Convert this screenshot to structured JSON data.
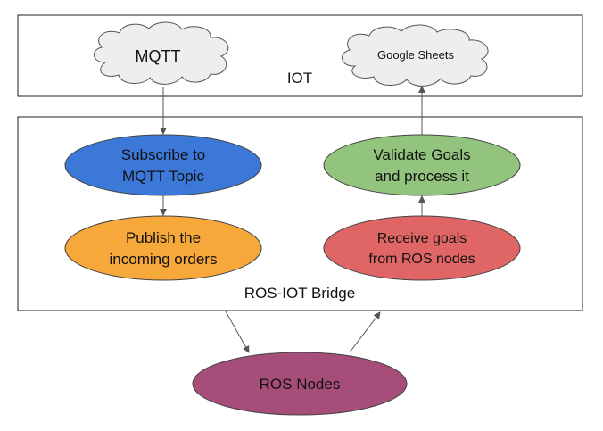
{
  "containers": {
    "iot": {
      "label": "IOT"
    },
    "bridge": {
      "label": "ROS-IOT Bridge"
    }
  },
  "clouds": {
    "mqtt": {
      "label": "MQTT",
      "fill": "#eeeeee"
    },
    "sheets": {
      "label": "Google Sheets",
      "fill": "#eeeeee"
    }
  },
  "nodes": {
    "subscribe": {
      "lines": [
        "Subscribe to",
        "MQTT Topic"
      ],
      "fill": "#3c78d8"
    },
    "publish": {
      "lines": [
        "Publish the",
        "incoming orders"
      ],
      "fill": "#f6a83b"
    },
    "validate": {
      "lines": [
        "Validate Goals",
        "and process it"
      ],
      "fill": "#93c47d"
    },
    "receive": {
      "lines": [
        "Receive goals",
        "from ROS nodes"
      ],
      "fill": "#e06666"
    },
    "ros_nodes": {
      "lines": [
        "ROS Nodes"
      ],
      "fill": "#a64d79"
    }
  },
  "edges": [
    {
      "from": "MQTT",
      "to": "Subscribe to MQTT Topic"
    },
    {
      "from": "Subscribe to MQTT Topic",
      "to": "Publish the incoming orders"
    },
    {
      "from": "ROS-IOT Bridge",
      "to": "ROS Nodes"
    },
    {
      "from": "ROS Nodes",
      "to": "ROS-IOT Bridge"
    },
    {
      "from": "Receive goals from ROS nodes",
      "to": "Validate Goals and process it"
    },
    {
      "from": "Validate Goals and process it",
      "to": "Google Sheets"
    }
  ]
}
